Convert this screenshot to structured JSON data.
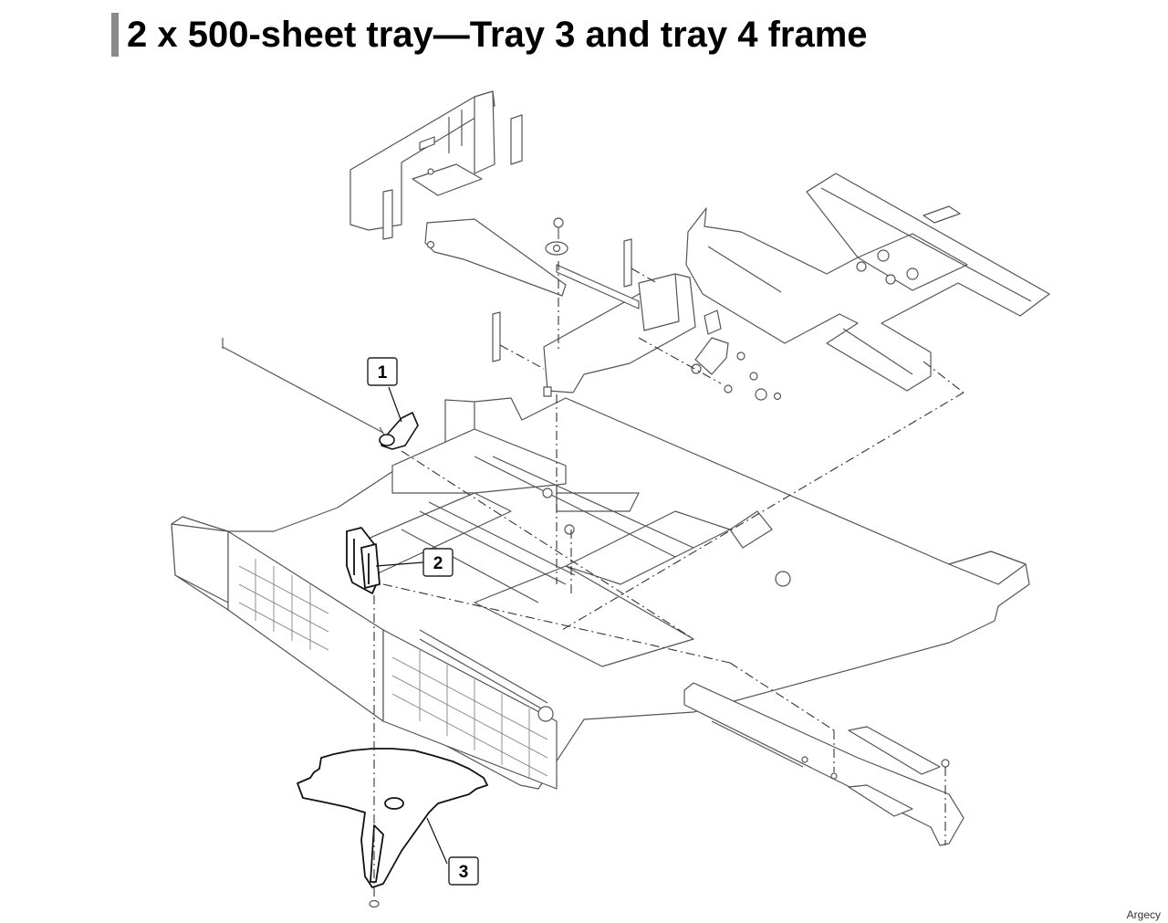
{
  "page": {
    "title": "2 x 500-sheet tray—Tray 3 and tray 4 frame",
    "watermark": "Argecy"
  },
  "callouts": [
    {
      "id": "1",
      "label": "1"
    },
    {
      "id": "2",
      "label": "2"
    },
    {
      "id": "3",
      "label": "3"
    }
  ],
  "colors": {
    "line": "#444444",
    "highlight": "#111111",
    "fill": "#ffffff",
    "accent_bar": "#8a8a8a"
  }
}
